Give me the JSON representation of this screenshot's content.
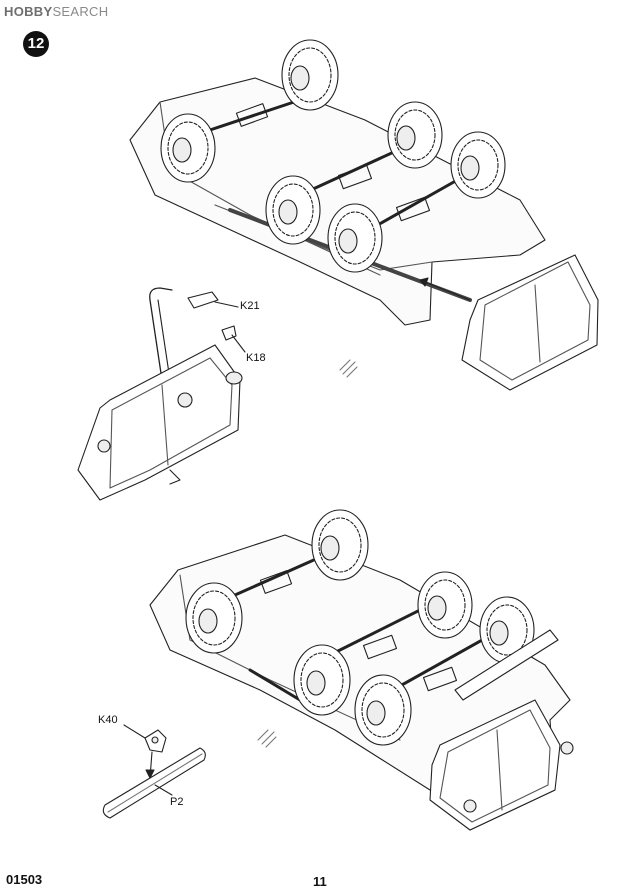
{
  "watermark": {
    "brand": "HOBBY",
    "suffix": "SEARCH"
  },
  "step": {
    "number": "12"
  },
  "parts": {
    "k21": "K21",
    "k18": "K18",
    "k40": "K40",
    "p2": "P2"
  },
  "footer": {
    "product_code": "01503",
    "page_number": "11"
  }
}
